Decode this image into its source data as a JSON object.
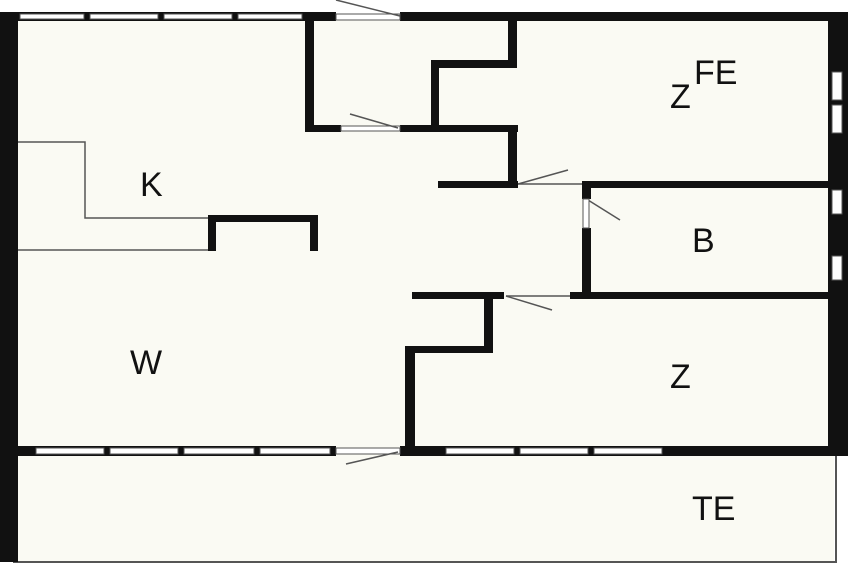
{
  "plan": {
    "colors": {
      "wall": "#111111",
      "floor": "#fafaf3",
      "background": "#ffffff",
      "thin_line": "#555555",
      "window_fill": "#ffffff"
    },
    "rooms": [
      {
        "id": "kitchen",
        "label": "K"
      },
      {
        "id": "living",
        "label": "W"
      },
      {
        "id": "bedroom-top",
        "label": "Z"
      },
      {
        "id": "window-top-right",
        "label": "FE"
      },
      {
        "id": "bathroom",
        "label": "B"
      },
      {
        "id": "bedroom-bottom",
        "label": "Z"
      },
      {
        "id": "terrace",
        "label": "TE"
      }
    ]
  }
}
